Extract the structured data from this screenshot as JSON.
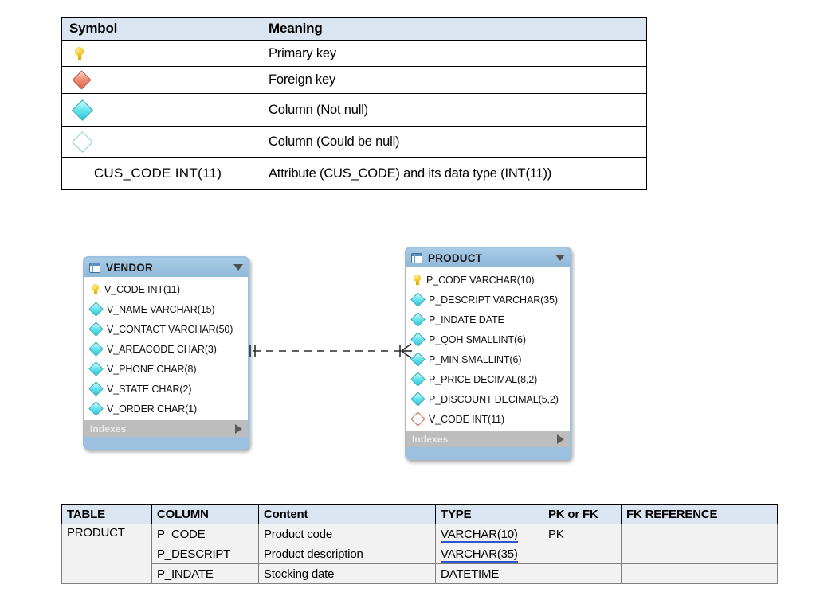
{
  "legend": {
    "headers": [
      "Symbol",
      "Meaning"
    ],
    "rows": [
      {
        "icon": "key-icon",
        "symbol_text": "",
        "meaning": "Primary key"
      },
      {
        "icon": "filled-red-diamond-icon",
        "symbol_text": "",
        "meaning": "Foreign key"
      },
      {
        "icon": "filled-cyan-diamond-icon",
        "symbol_text": "",
        "meaning": "Column (Not null)"
      },
      {
        "icon": "hollow-cyan-diamond-icon",
        "symbol_text": "",
        "meaning": "Column (Could be null)"
      },
      {
        "icon": "none",
        "symbol_text": "CUS_CODE INT(11)",
        "meaning_pre": "Attribute (CUS_CODE) and its data type (",
        "meaning_underlined": "INT",
        "meaning_post": "(11))"
      }
    ]
  },
  "erd": {
    "relationship": {
      "left_cardinality": "one",
      "right_cardinality": "many",
      "line_style": "dashed",
      "identifying": false
    },
    "entities": [
      {
        "name": "VENDOR",
        "table_icon": "table-icon",
        "collapse_icon": "chevron-down-icon",
        "indexes_label": "Indexes",
        "indexes_caret": "chevron-right-icon",
        "attributes": [
          {
            "icon": "key-icon",
            "label": "V_CODE INT(11)"
          },
          {
            "icon": "filled-cyan-diamond-icon",
            "label": "V_NAME VARCHAR(15)"
          },
          {
            "icon": "filled-cyan-diamond-icon",
            "label": "V_CONTACT VARCHAR(50)"
          },
          {
            "icon": "filled-cyan-diamond-icon",
            "label": "V_AREACODE CHAR(3)"
          },
          {
            "icon": "filled-cyan-diamond-icon",
            "label": "V_PHONE CHAR(8)"
          },
          {
            "icon": "filled-cyan-diamond-icon",
            "label": "V_STATE CHAR(2)"
          },
          {
            "icon": "filled-cyan-diamond-icon",
            "label": "V_ORDER CHAR(1)"
          }
        ]
      },
      {
        "name": "PRODUCT",
        "table_icon": "table-icon",
        "collapse_icon": "chevron-down-icon",
        "indexes_label": "Indexes",
        "indexes_caret": "chevron-right-icon",
        "attributes": [
          {
            "icon": "key-icon",
            "label": "P_CODE VARCHAR(10)"
          },
          {
            "icon": "filled-cyan-diamond-icon",
            "label": "P_DESCRIPT VARCHAR(35)"
          },
          {
            "icon": "filled-cyan-diamond-icon",
            "label": "P_INDATE DATE"
          },
          {
            "icon": "filled-cyan-diamond-icon",
            "label": "P_QOH SMALLINT(6)"
          },
          {
            "icon": "filled-cyan-diamond-icon",
            "label": "P_MIN SMALLINT(6)"
          },
          {
            "icon": "filled-cyan-diamond-icon",
            "label": "P_PRICE DECIMAL(8,2)"
          },
          {
            "icon": "filled-cyan-diamond-icon",
            "label": "P_DISCOUNT DECIMAL(5,2)"
          },
          {
            "icon": "hollow-red-diamond-icon",
            "label": "V_CODE INT(11)"
          }
        ]
      }
    ]
  },
  "spec": {
    "headers": [
      "TABLE",
      "COLUMN",
      "Content",
      "TYPE",
      "PK or FK",
      "FK REFERENCE"
    ],
    "table_name": "PRODUCT",
    "rows": [
      {
        "column": "P_CODE",
        "content": "Product code",
        "type": "VARCHAR(10)",
        "type_spellchecked": true,
        "pkfk": "PK",
        "fkref": ""
      },
      {
        "column": "P_DESCRIPT",
        "content": "Product description",
        "type": "VARCHAR(35)",
        "type_spellchecked": true,
        "pkfk": "",
        "fkref": ""
      },
      {
        "column": "P_INDATE",
        "content": "Stocking date",
        "type": "DATETIME",
        "type_spellchecked": false,
        "pkfk": "",
        "fkref": ""
      }
    ]
  },
  "colors": {
    "header_blue": "#dbe5f1",
    "entity_header_blue": "#9cc0de",
    "entity_body": "#ffffff",
    "indexes_grey": "#bdbdbd",
    "spec_body_grey": "#f2f2f2",
    "key_yellow": "#f6cf3a",
    "not_null_cyan": "#24c7d6",
    "fk_red": "#d9604a",
    "spellcheck_blue": "#3355cc"
  }
}
